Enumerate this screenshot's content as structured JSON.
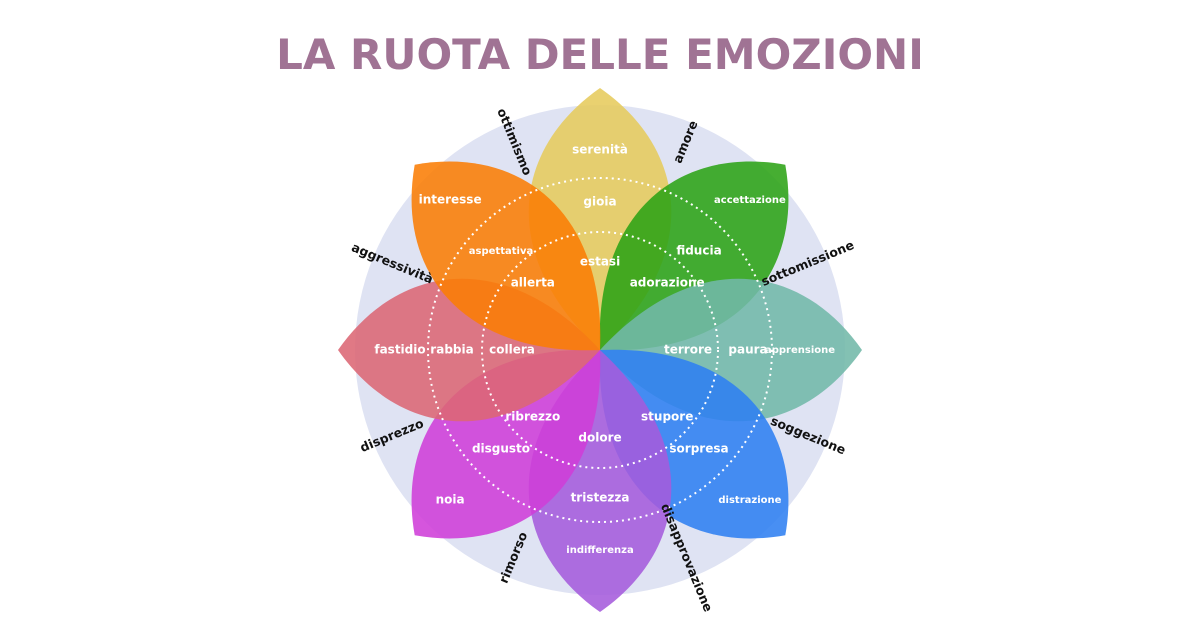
{
  "title": "LA RUOTA DELLE EMOZIONI",
  "colors": {
    "title": "#a07394",
    "background_disc": "#dfe3f3",
    "joy": "#e6cb5c",
    "trust": "#2ca316",
    "fear": "#72b8a9",
    "surprise": "#2f7ff1",
    "sadness": "#a55bdc",
    "disgust": "#cf3ed8",
    "anger": "#dc6674",
    "anticipation": "#fb7d04"
  },
  "petals": [
    {
      "key": "joy",
      "outer": "serenità",
      "middle": "gioia",
      "inner": "estasi",
      "color": "#e6cb5c"
    },
    {
      "key": "trust",
      "outer": "accettazione",
      "middle": "fiducia",
      "inner": "adorazione",
      "color": "#2ca316"
    },
    {
      "key": "fear",
      "outer": "apprensione",
      "middle": "paura",
      "inner": "terrore",
      "color": "#72b8a9"
    },
    {
      "key": "surprise",
      "outer": "distrazione",
      "middle": "sorpresa",
      "inner": "stupore",
      "color": "#2f7ff1"
    },
    {
      "key": "sadness",
      "outer": "indifferenza",
      "middle": "tristezza",
      "inner": "dolore",
      "color": "#a55bdc"
    },
    {
      "key": "disgust",
      "outer": "noia",
      "middle": "disgusto",
      "inner": "ribrezzo",
      "color": "#cf3ed8"
    },
    {
      "key": "anger",
      "outer": "fastidio",
      "middle": "rabbia",
      "inner": "collera",
      "color": "#dc6674"
    },
    {
      "key": "anticipation",
      "outer": "interesse",
      "middle": "aspettativa",
      "inner": "allerta",
      "color": "#fb7d04"
    }
  ],
  "dyads": [
    "amore",
    "sottomissione",
    "soggezione",
    "disapprovazione",
    "rimorso",
    "disprezzo",
    "aggressività",
    "ottimismo"
  ]
}
